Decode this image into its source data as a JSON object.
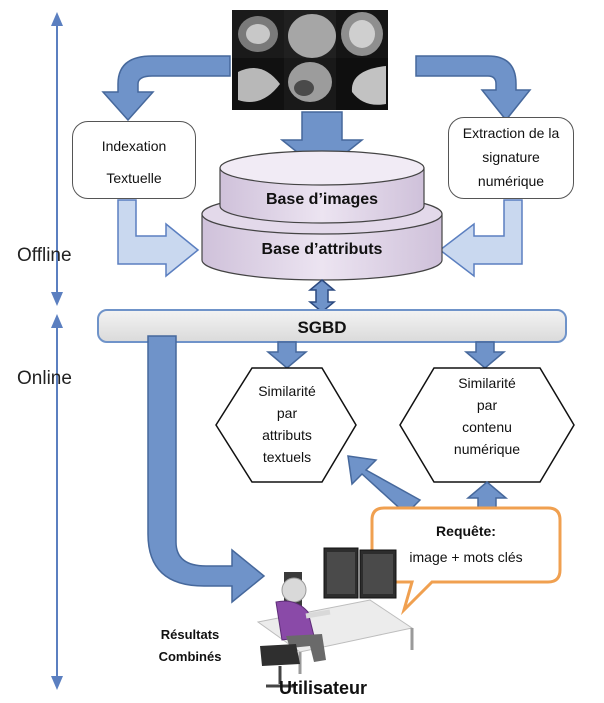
{
  "phases": {
    "offline": "Offline",
    "online": "Online"
  },
  "nodes": {
    "textual_indexing": {
      "line1": "Indexation",
      "line2": "Textuelle"
    },
    "signature_extraction": {
      "line1": "Extraction de la",
      "line2": "signature",
      "line3": "numérique"
    },
    "image_base": "Base d’images",
    "attribute_base": "Base d’attributs",
    "dbms": "SGBD",
    "text_similarity": {
      "line1": "Similarité",
      "line2": "par",
      "line3": "attributs",
      "line4": "textuels"
    },
    "content_similarity": {
      "line1": "Similarité",
      "line2": "par",
      "line3": "contenu",
      "line4": "numérique"
    },
    "query": {
      "line1": "Requête:",
      "line2": "image + mots clés"
    },
    "combined_results": {
      "line1": "Résultats",
      "line2": "Combinés"
    },
    "user": "Utilisateur"
  },
  "colors": {
    "arrow_fill": "#6f93c9",
    "arrow_stroke": "#46689c",
    "arrow_light": "#c9d8ef",
    "db_fill": "#e3d9ea",
    "query_border": "#f0a050",
    "phase_arrow": "#5b7fc0"
  }
}
